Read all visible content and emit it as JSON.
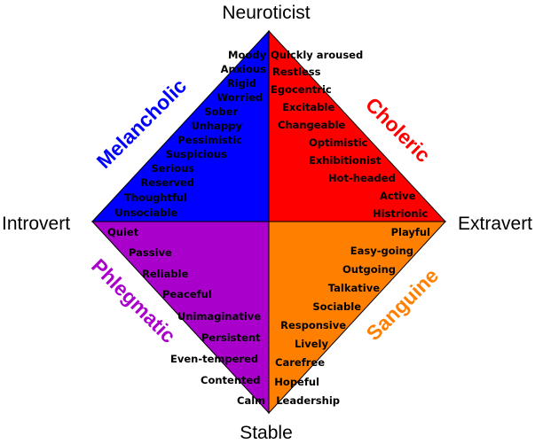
{
  "axes": {
    "top": "Neuroticist",
    "bottom": "Stable",
    "left": "Introvert",
    "right": "Extravert"
  },
  "quadrants": {
    "melancholic": {
      "label": "Melancholic",
      "color": "#0000ff",
      "traits": [
        "Moody",
        "Anxious",
        "Rigid",
        "Worried",
        "Sober",
        "Unhappy",
        "Pessimistic",
        "Suspicious",
        "Serious",
        "Reserved",
        "Thoughtful",
        "Unsociable"
      ]
    },
    "choleric": {
      "label": "Choleric",
      "color": "#ff0000",
      "traits": [
        "Quickly aroused",
        "Restless",
        "Egocentric",
        "Excitable",
        "Changeable",
        "Optimistic",
        "Exhibitionist",
        "Hot-headed",
        "Active",
        "Histrionic"
      ]
    },
    "phlegmatic": {
      "label": "Phlegmatic",
      "color": "#aa00cc",
      "traits": [
        "Quiet",
        "Passive",
        "Reliable",
        "Peaceful",
        "Unimaginative",
        "Persistent",
        "Even-tempered",
        "Contented",
        "Calm"
      ]
    },
    "sanguine": {
      "label": "Sanguine",
      "color": "#ff8000",
      "traits": [
        "Playful",
        "Easy-going",
        "Outgoing",
        "Talkative",
        "Sociable",
        "Responsive",
        "Lively",
        "Carefree",
        "Hopeful",
        "Leadership"
      ]
    }
  }
}
